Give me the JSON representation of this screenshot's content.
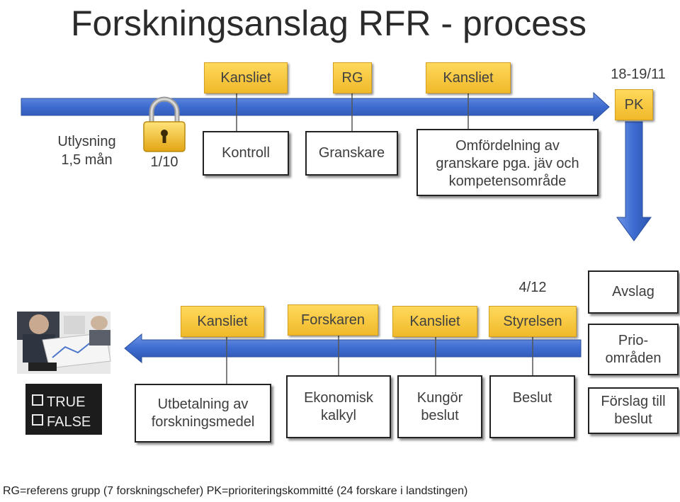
{
  "title": "Forskningsanslag RFR - process",
  "top_row": {
    "tags": [
      "Kansliet",
      "RG",
      "Kansliet"
    ],
    "pk_date": "18-19/11",
    "pk_tag": "PK",
    "utlysning": "Utlysning\n1,5 mån",
    "lock_date": "1/10",
    "steps": [
      "Kontroll",
      "Granskare",
      "Omfördelning av\ngranskare pga. jäv och\nkompetensområde"
    ]
  },
  "bottom_row": {
    "date": "4/12",
    "tags": [
      "Kansliet",
      "Forskaren",
      "Kansliet",
      "Styrelsen"
    ],
    "steps": [
      "Utbetalning av\nforskningsmedel",
      "Ekonomisk\nkalkyl",
      "Kungör\nbeslut",
      "Beslut"
    ],
    "right_boxes": [
      "Avslag",
      "Prio-\nområden",
      "Förslag till\nbeslut"
    ],
    "true_false_image": {
      "true_label": "TRUE",
      "false_label": "FALSE"
    }
  },
  "footnote": "RG=referens grupp (7 forskningschefer)  PK=prioriteringskommitté (24 forskare i landstingen)",
  "colors": {
    "arrow": "#3a68c8",
    "tag": "#f5c242",
    "box_border": "#222222"
  }
}
